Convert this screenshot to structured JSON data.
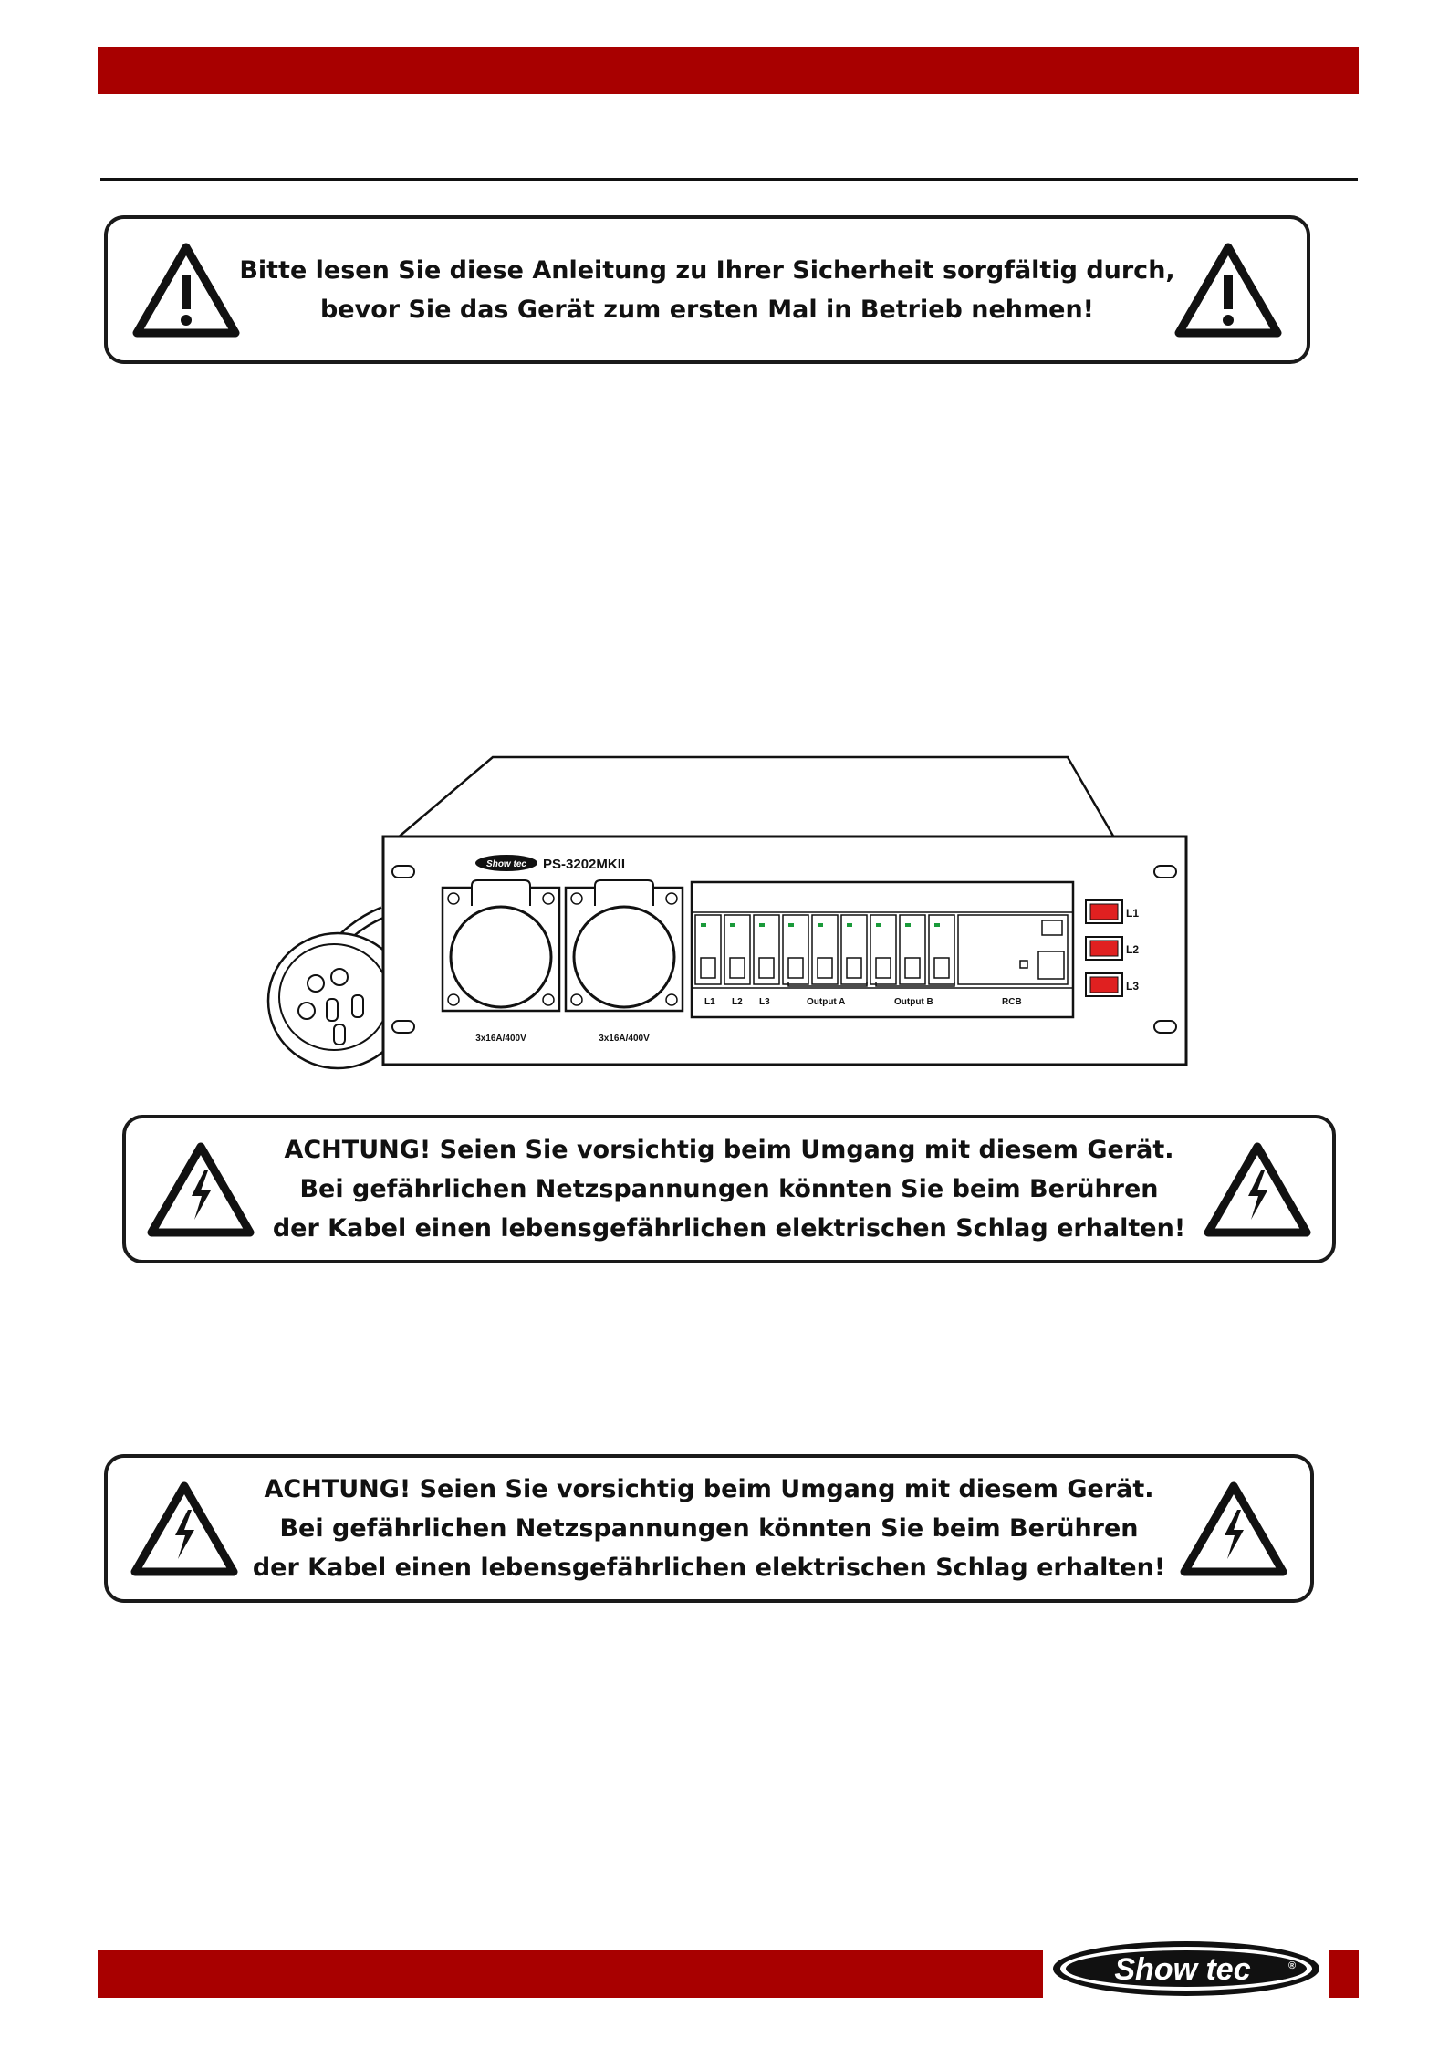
{
  "warnings": {
    "read_manual": {
      "line1": "Bitte lesen Sie diese Anleitung zu Ihrer Sicherheit sorgfältig durch,",
      "line2": "bevor Sie das Gerät zum ersten Mal in Betrieb nehmen!"
    },
    "shock_1": {
      "line1": "ACHTUNG! Seien Sie vorsichtig beim Umgang mit diesem Gerät.",
      "line2": "Bei gefährlichen Netzspannungen könnten Sie beim Berühren",
      "line3": "der Kabel einen lebensgefährlichen elektrischen Schlag erhalten!"
    },
    "shock_2": {
      "line1": "ACHTUNG! Seien Sie vorsichtig beim Umgang mit diesem Gerät.",
      "line2": "Bei gefährlichen Netzspannungen könnten Sie beim Berühren",
      "line3": "der Kabel einen lebensgefährlichen elektrischen Schlag erhalten!"
    }
  },
  "device": {
    "brand_badge": "Show tec",
    "model": "PS-3202MKII",
    "socket_1_label": "3x16A/400V",
    "socket_2_label": "3x16A/400V",
    "breaker_labels": [
      "L1",
      "L2",
      "L3",
      "Output A",
      "Output B",
      "RCB"
    ],
    "indicator_labels": [
      "L1",
      "L2",
      "L3"
    ]
  },
  "footer": {
    "logo_text": "Show tec",
    "logo_mark": "®"
  },
  "colors": {
    "brand_red": "#a80000",
    "indicator_red": "#e02020"
  }
}
